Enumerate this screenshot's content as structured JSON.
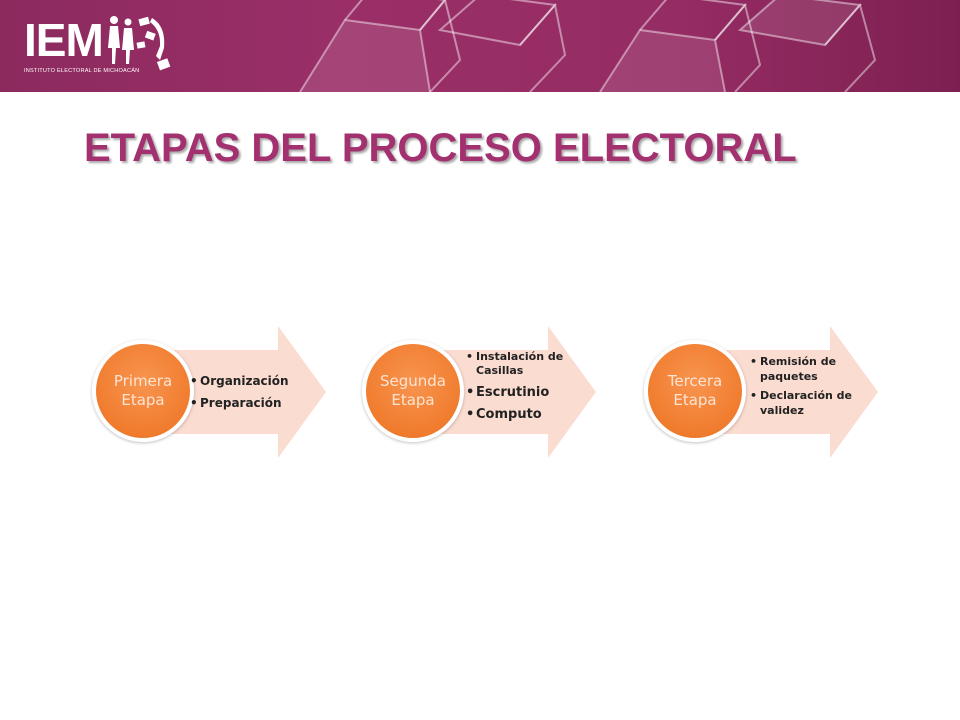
{
  "header": {
    "logo": {
      "letters": "IEM",
      "subtitle": "INSTITUTO ELECTORAL DE MICHOACÁN"
    }
  },
  "title": "ETAPAS DEL PROCESO ELECTORAL",
  "stages": [
    {
      "label": "Primera Etapa",
      "items": [
        "Organización",
        "Preparación"
      ]
    },
    {
      "label": "Segunda Etapa",
      "items": [
        "Instalación de Casillas",
        "Escrutinio",
        "Computo"
      ]
    },
    {
      "label": "Tercera Etapa",
      "items": [
        "Remisión de paquetes",
        "Declaración de validez"
      ]
    }
  ],
  "colors": {
    "banner": "#962c64",
    "title": "#a3306f",
    "circle": "#f07c2e",
    "arrow_fill": "#fbdcd1"
  }
}
